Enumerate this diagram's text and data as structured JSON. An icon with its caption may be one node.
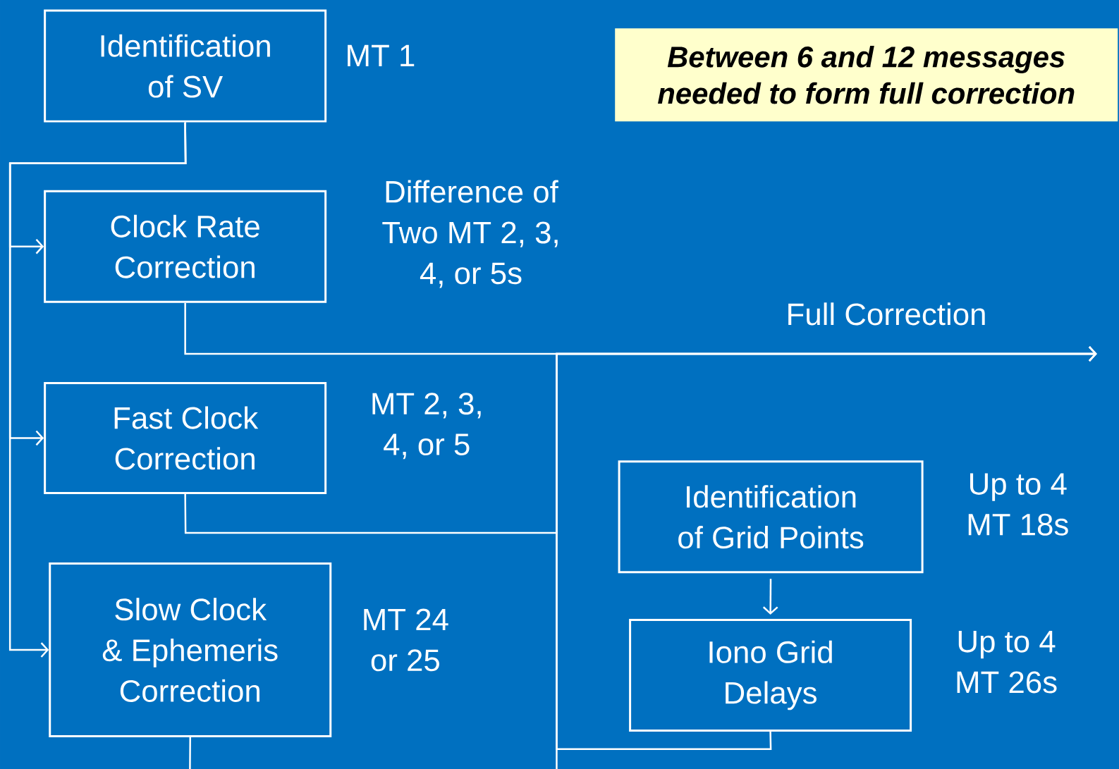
{
  "diagram": {
    "nodes": [
      {
        "text": [
          "Identification of SV"
        ],
        "beside": [
          "MT 1"
        ]
      },
      {
        "text": [
          "Clock Rate Correction"
        ],
        "beside": [
          "Difference of Two MT 2, 3, 4, or 5s"
        ]
      },
      {
        "text": [
          "Fast Clock Correction"
        ],
        "beside": [
          "MT 2, 3, 4, or 5"
        ]
      },
      {
        "text": [
          "Slow Clock & Ephemeris Correction"
        ],
        "beside": [
          "MT 24 or 25"
        ]
      },
      {
        "text": [
          "Identification of Grid Points"
        ],
        "beside": [
          "Up to 4 MT 18s"
        ]
      },
      {
        "text": [
          "Iono Grid Delays"
        ],
        "beside": [
          "Up to 4 MT 26s"
        ]
      },
      {
        "text": [
          "Between 6 and 12 messages needed to form full correction"
        ]
      }
    ],
    "edges": [
      {
        "from": 0,
        "to": 1,
        "arrow": "to"
      },
      {
        "from": 0,
        "to": 2,
        "arrow": "to"
      },
      {
        "from": 0,
        "to": 3,
        "arrow": "to"
      },
      {
        "from": 4,
        "to": 5,
        "arrow": "to"
      },
      {
        "from": 1,
        "to": null,
        "arrow": "to",
        "label": "Full Correction"
      },
      {
        "from": 2,
        "to": null,
        "arrow": "to"
      },
      {
        "from": 3,
        "to": null,
        "arrow": "to"
      },
      {
        "from": 5,
        "to": null,
        "arrow": "to"
      }
    ]
  }
}
